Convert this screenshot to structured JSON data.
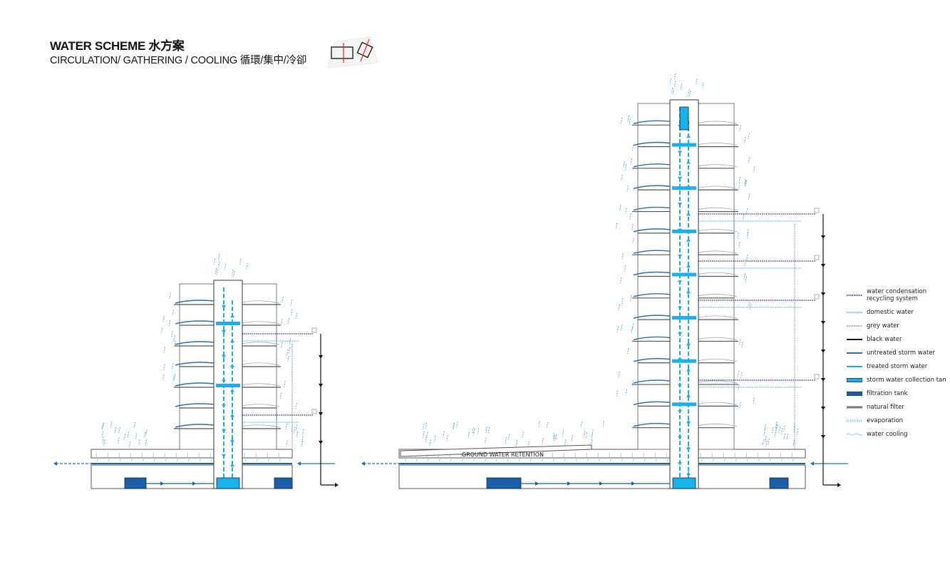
{
  "header": {
    "title": "WATER SCHEME 水方案",
    "subtitle": "CIRCULATION/ GATHERING / COOLING 循環/集中/冷卻"
  },
  "annotations": {
    "ground_water": "GROUND WATER RETENTION"
  },
  "legend": {
    "items": [
      {
        "label": "water condensation recycling system",
        "style": "dotted",
        "color": "#2a2a6a"
      },
      {
        "label": "domestic water",
        "style": "dotted",
        "color": "#3fb5e8"
      },
      {
        "label": "grey water",
        "style": "dotted",
        "color": "#8888aa"
      },
      {
        "label": "black water",
        "style": "solid",
        "color": "#111111"
      },
      {
        "label": "untreated storm water",
        "style": "solid",
        "color": "#2a6db5"
      },
      {
        "label": "treated storm water",
        "style": "solid",
        "color": "#1ab0ea"
      },
      {
        "label": "storm water collection tan",
        "style": "tank",
        "color": "#1ab0ea"
      },
      {
        "label": "filtration tank",
        "style": "tank",
        "color": "#1b5fa8"
      },
      {
        "label": "natural filter",
        "style": "filter",
        "color": "#777777"
      },
      {
        "label": "evaporation",
        "style": "evap",
        "color": "#8fd0ee"
      },
      {
        "label": "water cooling",
        "style": "wave",
        "color": "#7fd3ea"
      }
    ]
  },
  "colors": {
    "accent": "#1ab0ea",
    "dark_blue": "#1b5fa8",
    "line": "#555555"
  }
}
